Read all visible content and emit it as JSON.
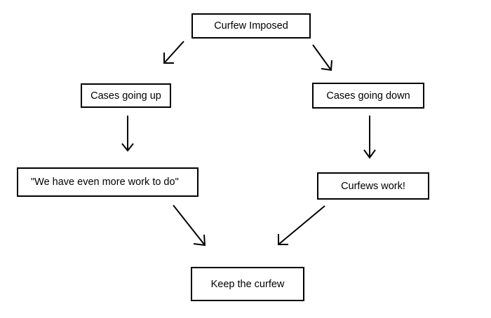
{
  "diagram": {
    "nodes": {
      "curfew_imposed": "Curfew Imposed",
      "cases_up": "Cases going up",
      "cases_down": "Cases going down",
      "more_work": "\"We have even more work to do\"",
      "curfews_work": "Curfews work!",
      "keep_curfew": "Keep the curfew"
    },
    "edges": [
      {
        "from": "curfew_imposed",
        "to": "cases_up"
      },
      {
        "from": "curfew_imposed",
        "to": "cases_down"
      },
      {
        "from": "cases_up",
        "to": "more_work"
      },
      {
        "from": "cases_down",
        "to": "curfews_work"
      },
      {
        "from": "more_work",
        "to": "keep_curfew"
      },
      {
        "from": "curfews_work",
        "to": "keep_curfew"
      }
    ]
  }
}
